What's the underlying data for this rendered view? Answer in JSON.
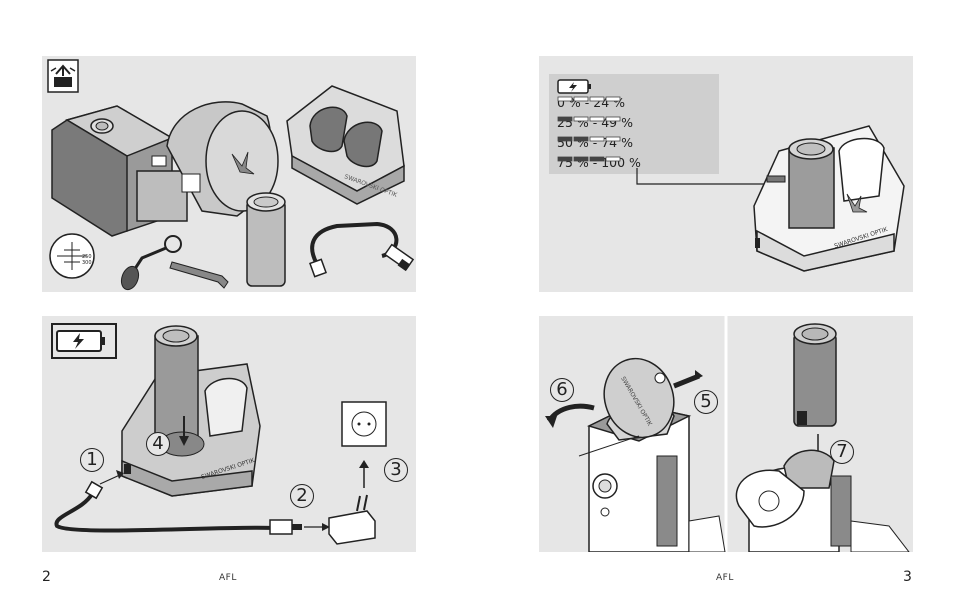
{
  "page": {
    "left_number": "2",
    "right_number": "3",
    "left_label": "AFL",
    "right_label": "AFL"
  },
  "panel1": {
    "reticle_values": [
      "250",
      "300"
    ],
    "brand_text": "SWAROVSKI OPTIK"
  },
  "panel2": {
    "levels": [
      "0 % - 24 %",
      "25 % - 49 %",
      "50 % - 74 %",
      "75 % - 100 %"
    ],
    "brand_text": "SWAROVSKI OPTIK"
  },
  "panel3": {
    "steps": [
      "1",
      "2",
      "3",
      "4"
    ],
    "brand_text": "SWAROVSKI OPTIK"
  },
  "panel4": {
    "steps": [
      "5",
      "6",
      "7"
    ],
    "cap_text": "SWAROVSKI OPTIK"
  },
  "icons": [
    "box-open-icon",
    "battery-charging-icon"
  ],
  "colors": {
    "panel_bg": "#e6e6e6",
    "line": "#222222",
    "legend_bg": "#cfcfcf"
  }
}
